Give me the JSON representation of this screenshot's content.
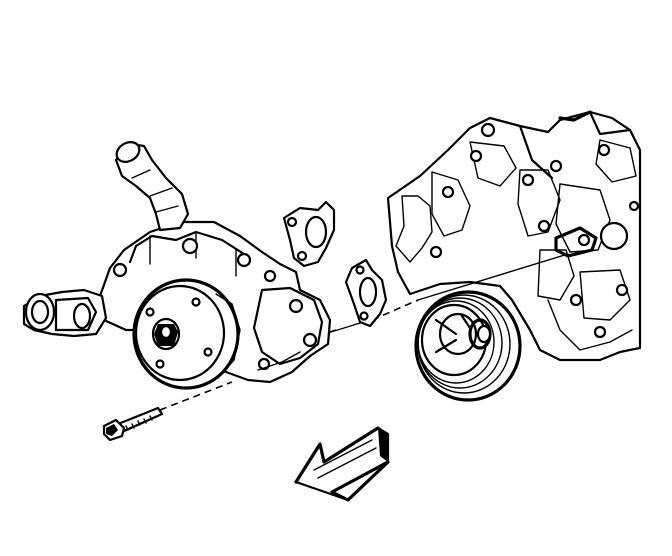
{
  "figure": {
    "parts": [
      {
        "id": "engine-front-cover",
        "icon": "engine-front-cover"
      },
      {
        "id": "crankshaft-balancer",
        "icon": "crankshaft-balancer"
      },
      {
        "id": "water-pump-assembly",
        "icon": "water-pump"
      },
      {
        "id": "water-pump-gasket-upper",
        "icon": "gasket"
      },
      {
        "id": "water-pump-gasket-lower",
        "icon": "gasket"
      },
      {
        "id": "water-pump-bolt",
        "icon": "bolt"
      },
      {
        "id": "front-of-vehicle-arrow",
        "icon": "direction-arrow"
      }
    ],
    "colors": {
      "line": "#000000",
      "background": "#ffffff"
    }
  }
}
